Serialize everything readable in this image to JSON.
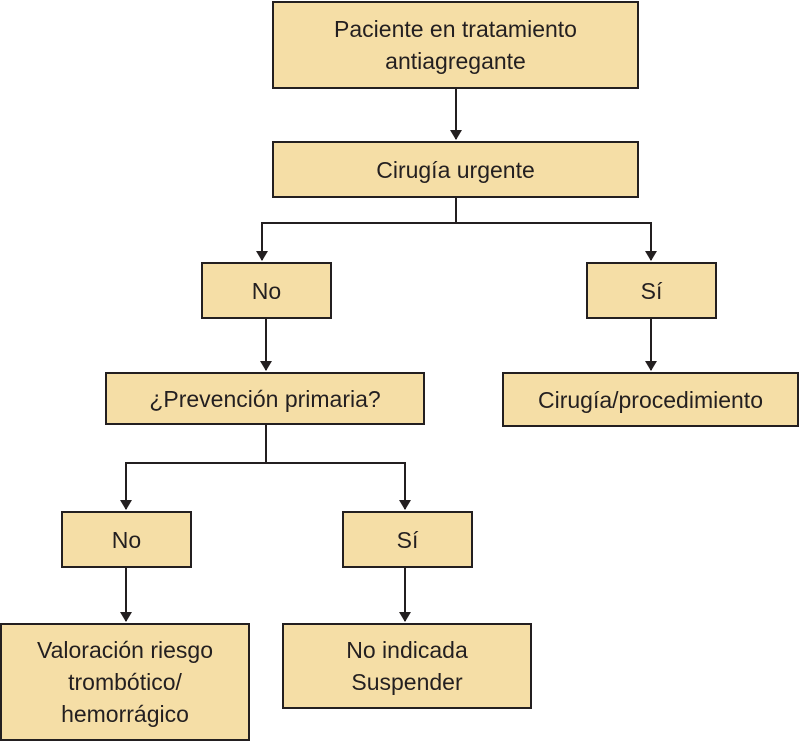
{
  "colors": {
    "box_fill": "#f5dea6",
    "stroke": "#231f20"
  },
  "nodes": {
    "start": "Paciente en tratamiento\nantiagregante",
    "urgent_surgery": "Cirugía urgente",
    "urgent_no": "No",
    "urgent_yes": "Sí",
    "primary_prevention": "¿Prevención primaria?",
    "procedure": "Cirugía/procedimiento",
    "prevention_no": "No",
    "prevention_yes": "Sí",
    "assessment": "Valoración riesgo\ntrombótico/\nhemorrágico",
    "not_indicated": "No indicada\nSuspender"
  }
}
